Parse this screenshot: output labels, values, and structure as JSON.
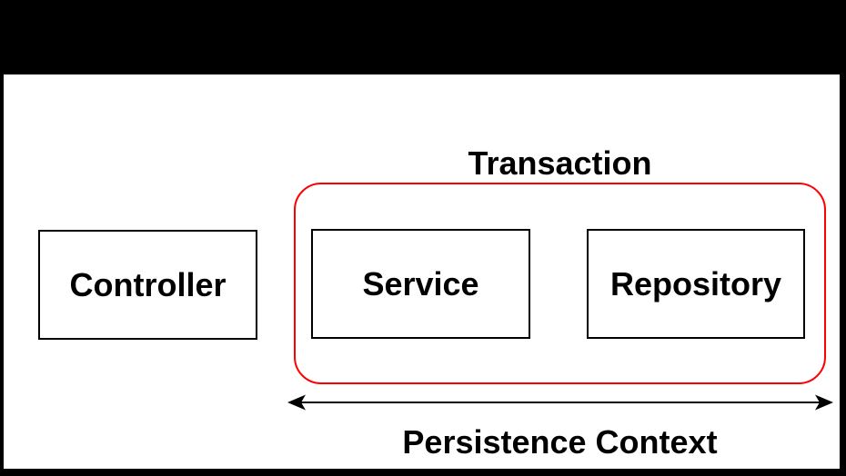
{
  "colors": {
    "background": "#000000",
    "panel_background": "#ffffff",
    "panel_border": "#000000",
    "box_border": "#000000",
    "text": "#000000",
    "transaction_boundary": "#ff0000",
    "arrow": "#000000"
  },
  "diagram": {
    "controller": {
      "label": "Controller"
    },
    "transaction": {
      "label": "Transaction",
      "service": {
        "label": "Service"
      },
      "repository": {
        "label": "Repository"
      }
    },
    "persistence_context": {
      "label": "Persistence Context"
    }
  }
}
